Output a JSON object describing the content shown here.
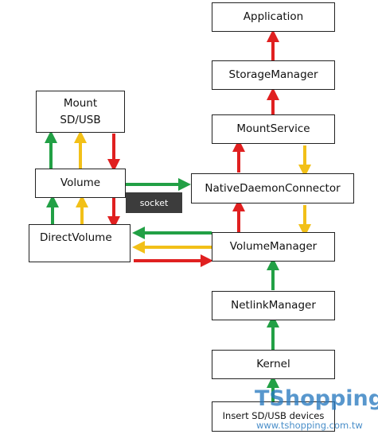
{
  "nodes": {
    "application": "Application",
    "storage_manager": "StorageManager",
    "mount_sd_usb": "Mount\nSD/USB",
    "mount_service": "MountService",
    "volume": "Volume",
    "native_daemon_connector": "NativeDaemonConnector",
    "direct_volume": "DirectVolume",
    "volume_manager": "VolumeManager",
    "netlink_manager": "NetlinkManager",
    "kernel": "Kernel",
    "insert_devices": "Insert SD/USB devices"
  },
  "socket_label": "socket",
  "watermark": {
    "logo": "TShopping",
    "url": "www.tshopping.com.tw"
  },
  "colors": {
    "red": "#e02020",
    "green": "#22a045",
    "yellow": "#f2c018"
  }
}
